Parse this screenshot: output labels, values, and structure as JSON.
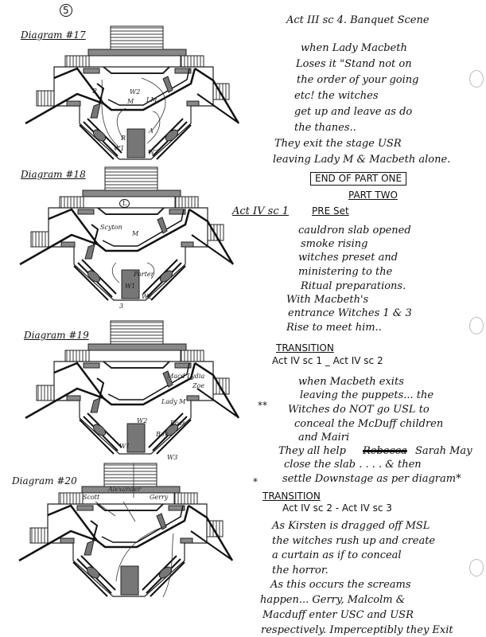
{
  "page_number": "5",
  "diagrams": [
    {
      "title": "Diagram #17",
      "labels": [
        "R",
        "W2",
        "M",
        "LM",
        "R",
        "A",
        "W1",
        "W3"
      ]
    },
    {
      "title": "Diagram #18",
      "labels": [
        "L",
        "Scyton",
        "M",
        "Porter",
        "W1",
        "W2",
        "3"
      ]
    },
    {
      "title": "Diagram #19",
      "labels": [
        "Macd Lydia",
        "Zoe",
        "Lady M",
        "W2",
        "Ross",
        "Boy",
        "W1",
        "W3"
      ]
    },
    {
      "title": "Diagram #20",
      "labels": [
        "Scott",
        "Alexander",
        "Gerry"
      ]
    }
  ],
  "notes": {
    "scene1_heading": "Act III sc 4.  Banquet Scene",
    "scene1_lines": [
      "when Lady Macbeth",
      "Loses it \"Stand not on",
      "the order of your going",
      "etc!  the witches",
      "get up and leave as do",
      "the thanes..",
      "They exit the stage USR",
      "leaving Lady M & Macbeth alone."
    ],
    "end_part_one": "END OF PART ONE",
    "part_two": "PART TWO",
    "scene2_act": "Act IV sc 1",
    "scene2_heading": "PRE Set",
    "scene2_lines": [
      "cauldron slab opened",
      "smoke rising",
      "witches preset and",
      "ministering to the",
      "Ritual preparations.",
      "With Macbeth's",
      "entrance Witches 1 & 3",
      "Rise to meet him.."
    ],
    "transition1_label": "TRANSITION",
    "transition1_heading": "Act IV sc 1  _  Act IV sc 2",
    "transition1_marker": "**",
    "transition1_lines": [
      "when Macbeth exits",
      "leaving the puppets... the",
      "Witches do NOT go USL to",
      "conceal the McDuff children",
      "and Mairi",
      "They all help",
      "Sarah May",
      "close the slab . . . . & then",
      "settle Downstage as per diagram*"
    ],
    "transition1_struck": "Rebecca",
    "transition2_marker": "*",
    "transition2_label": "TRANSITION",
    "transition2_heading": "Act IV sc 2  -  Act IV sc 3",
    "transition2_lines": [
      "As Kirsten is dragged off MSL",
      "the witches rush up and create",
      "a curtain as if to conceal",
      "the horror.",
      "As this occurs  the screams",
      "happen... Gerry, Malcolm &",
      "Macduff enter USC and USR",
      "respectively. Imperceptibly they Exit"
    ]
  }
}
